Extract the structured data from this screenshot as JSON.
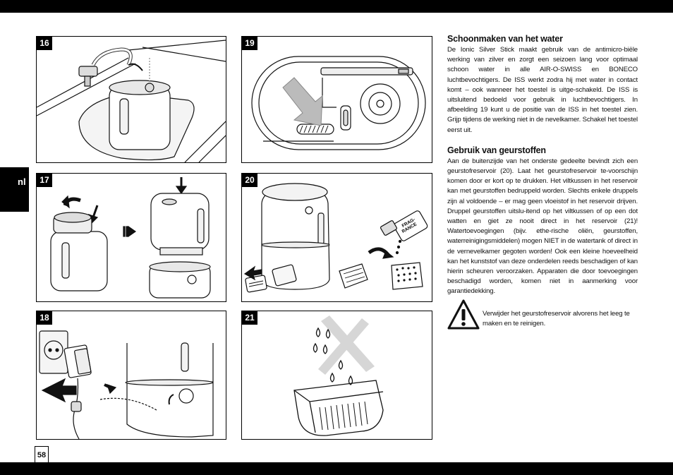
{
  "page": {
    "language_tab": "nl",
    "page_number": "58"
  },
  "figures": [
    {
      "number": "16"
    },
    {
      "number": "17"
    },
    {
      "number": "18"
    },
    {
      "number": "19"
    },
    {
      "number": "20"
    },
    {
      "number": "21"
    }
  ],
  "figure_labels": {
    "fragrance_bottle": "FRAG-RANCE",
    "fragrance_line1": "FRAG-",
    "fragrance_line2": "RANCE"
  },
  "sections": [
    {
      "title": "Schoonmaken van het water",
      "body": "De Ionic Silver Stick maakt gebruik van de antimicro-biële werking van zilver en zorgt een seizoen lang voor optimaal schoon water in alle AIR-O-SWISS en BONECO luchtbevochtigers. De ISS werkt zodra hij met water in contact komt – ook wanneer het toestel is uitge-schakeld. De ISS is uitsluitend bedoeld voor gebruik in luchtbevochtigers. In afbeelding 19 kunt u de positie van de ISS in het toestel zien. Grijp tijdens de werking niet in de nevelkamer. Schakel het toestel eerst uit."
    },
    {
      "title": "Gebruik van geurstoffen",
      "body": "Aan de buitenzijde van het onderste gedeelte bevindt zich een geurstofreservoir (20). Laat het geurstofreservoir te-voorschijn komen door er kort op te drukken. Het viltkussen in het reservoir kan met geurstoffen bedruppeld worden. Slechts enkele druppels zijn al voldoende – er mag geen vloeistof in het reservoir drijven. Druppel geurstoffen uitslu-itend op het viltkussen of op een dot watten en giet ze nooit direct in het reservoir (21)! Watertoevoegingen (bijv. ethe-rische oliën, geurstoffen, waterreinigingsmiddelen) mogen NIET in de watertank of direct in de vernevelkamer gegoten worden! Ook een kleine hoeveelheid kan het kunststof van deze onderdelen reeds beschadigen of kan hierin scheuren veroorzaken. Apparaten die door toevoegingen beschadigd worden, komen niet in aanmerking voor garantiedekking."
    }
  ],
  "warning": {
    "icon": "warning-triangle-icon",
    "text": "Verwijder het geurstofreservoir alvorens het leeg te maken en te reinigen."
  }
}
